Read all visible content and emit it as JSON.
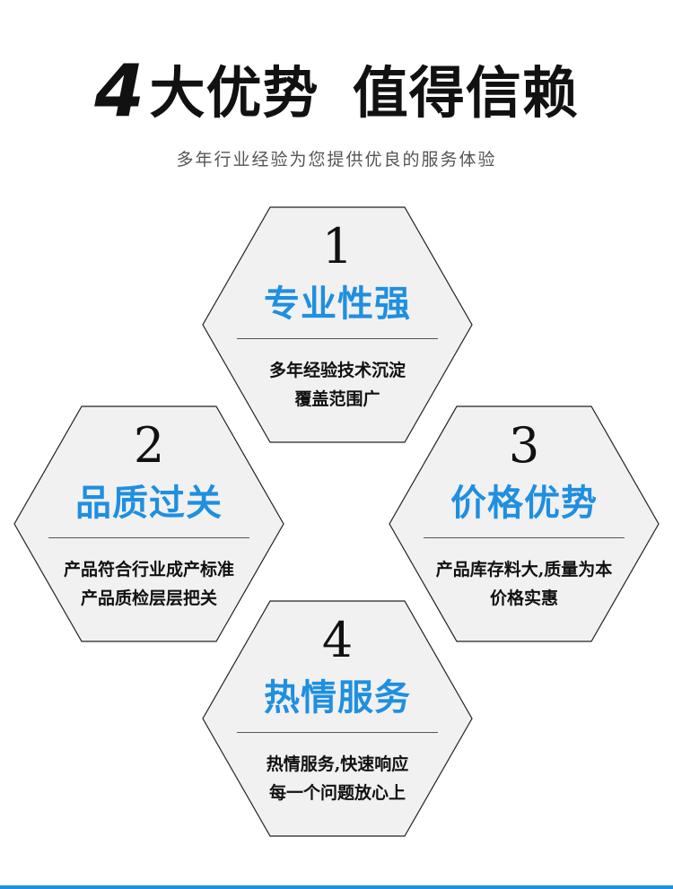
{
  "header": {
    "number": "4",
    "title_part1": "大优势",
    "title_part2": "值得信赖",
    "subtitle": "多年行业经验为您提供优良的服务体验"
  },
  "advantages": [
    {
      "number": "1",
      "title": "专业性强",
      "line1": "多年经验技术沉淀",
      "line2": "覆盖范围广"
    },
    {
      "number": "2",
      "title": "品质过关",
      "line1": "产品符合行业成产标准",
      "line2": "产品质检层层把关"
    },
    {
      "number": "3",
      "title": "价格优势",
      "line1": "产品库存料大,质量为本",
      "line2": "价格实惠"
    },
    {
      "number": "4",
      "title": "热情服务",
      "line1": "热情服务,快速响应",
      "line2": "每一个问题放心上"
    }
  ],
  "colors": {
    "accent": "#1f8fe0",
    "hex_fill": "#f1f1f1",
    "hex_stroke": "#222222",
    "text": "#111111"
  }
}
